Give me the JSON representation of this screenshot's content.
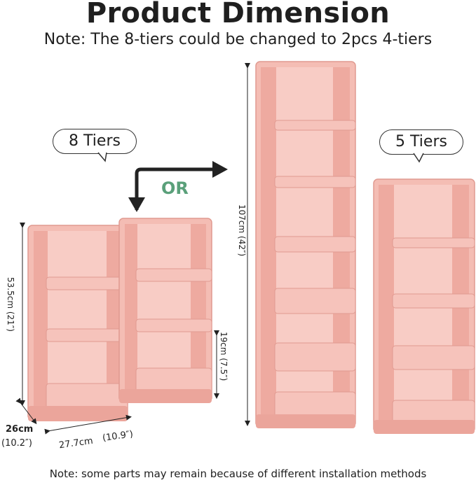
{
  "heading": "Product Dimension",
  "note_top": "Note: The 8-tiers could be changed to 2pcs 4-tiers",
  "bubble_left": "8 Tiers",
  "bubble_right": "5 Tiers",
  "or_label": "OR",
  "dims": {
    "height_4tier": "53.5cm (21″)",
    "shelf_gap": "19cm (7.5″)",
    "height_8tier": "107cm (42″)",
    "depth": "26cm",
    "depth_in": "(10.2″)",
    "width": "27.7cm",
    "width_in": "(10.9″)"
  },
  "note_bottom": "Note: some parts may remain because of different installation methods",
  "colors": {
    "rack": "#f2b5ac",
    "rack_dark": "#e49a90",
    "rack_light": "#fbd9d3",
    "or_text": "#5aa07a"
  }
}
